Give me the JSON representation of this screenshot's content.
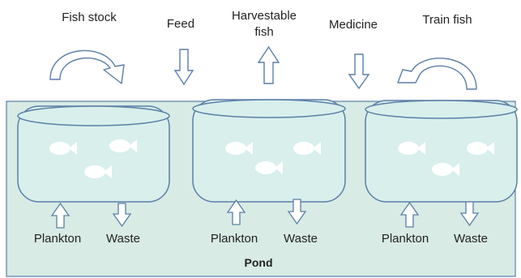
{
  "labels": {
    "fish_stock": "Fish stock",
    "feed": "Feed",
    "harvestable_line1": "Harvestable",
    "harvestable_line2": "fish",
    "medicine": "Medicine",
    "train_fish": "Train fish"
  },
  "tanks": [
    {
      "in_label": "Plankton",
      "out_label": "Waste"
    },
    {
      "in_label": "Plankton",
      "out_label": "Waste"
    },
    {
      "in_label": "Plankton",
      "out_label": "Waste"
    }
  ],
  "pond_label": "Pond",
  "colors": {
    "pond_fill": "#d8ebe5",
    "tank_fill": "#d8efec",
    "stroke": "#5b7fa6",
    "fish": "#ffffff",
    "text": "#222222"
  }
}
